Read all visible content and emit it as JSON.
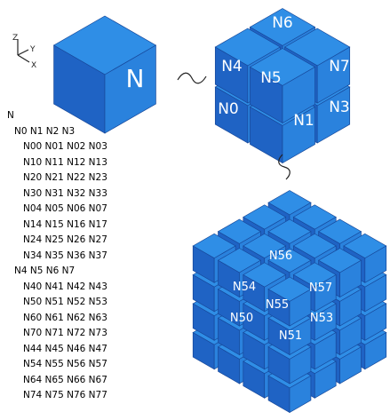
{
  "axes": {
    "z": "Z",
    "y": "Y",
    "x": "X"
  },
  "colors": {
    "top": "#2f8ee6",
    "left": "#1f63c4",
    "right": "#2a82dd",
    "edge": "#17489a",
    "text": "#ffffff"
  },
  "cube_single": {
    "label": "N"
  },
  "cube_level2": {
    "labels": [
      "N6",
      "N4",
      "N5",
      "N7",
      "N0",
      "N1",
      "N3"
    ]
  },
  "cube_level3": {
    "labels": [
      "N56",
      "N54",
      "N55",
      "N57",
      "N50",
      "N51",
      "N53"
    ]
  },
  "connectors": [
    "tilde",
    "tilde"
  ],
  "tree": [
    "N",
    "N0 N1 N2 N3",
    "N00 N01 N02 N03",
    "N10 N11 N12 N13",
    "N20 N21 N22 N23",
    "N30 N31 N32 N33",
    "N04 N05 N06 N07",
    "N14 N15 N16 N17",
    "N24 N25 N26 N27",
    "N34 N35 N36 N37",
    "N4 N5 N6 N7",
    "N40 N41 N42 N43",
    "N50 N51 N52 N53",
    "N60 N61 N62 N63",
    "N70 N71 N72 N73",
    "N44 N45 N46 N47",
    "N54 N55 N56 N57",
    "N64 N65 N66 N67",
    "N74 N75 N76 N77"
  ]
}
